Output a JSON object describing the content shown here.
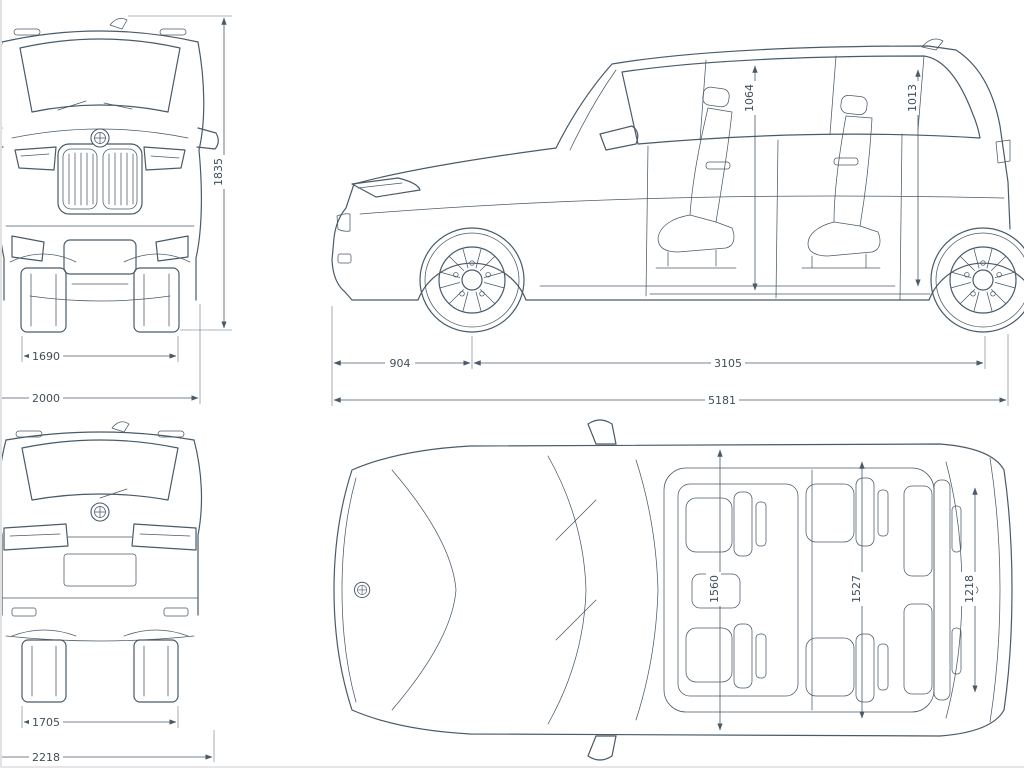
{
  "line_color": "#4a5a68",
  "background_color": "#ffffff",
  "icons": {
    "bmw_roundel": "bmw-roundel"
  },
  "dimensions": {
    "height": "1835",
    "front_track": "1690",
    "width": "2000",
    "front_overhang": "904",
    "wheelbase": "3105",
    "overall_length": "5181",
    "front_interior_height": "1064",
    "rear_interior_height": "1013",
    "front_interior_width": "1560",
    "mid_interior_width": "1527",
    "rear_interior_width": "1218",
    "rear_track": "1705",
    "width_incl_mirrors": "2218"
  }
}
